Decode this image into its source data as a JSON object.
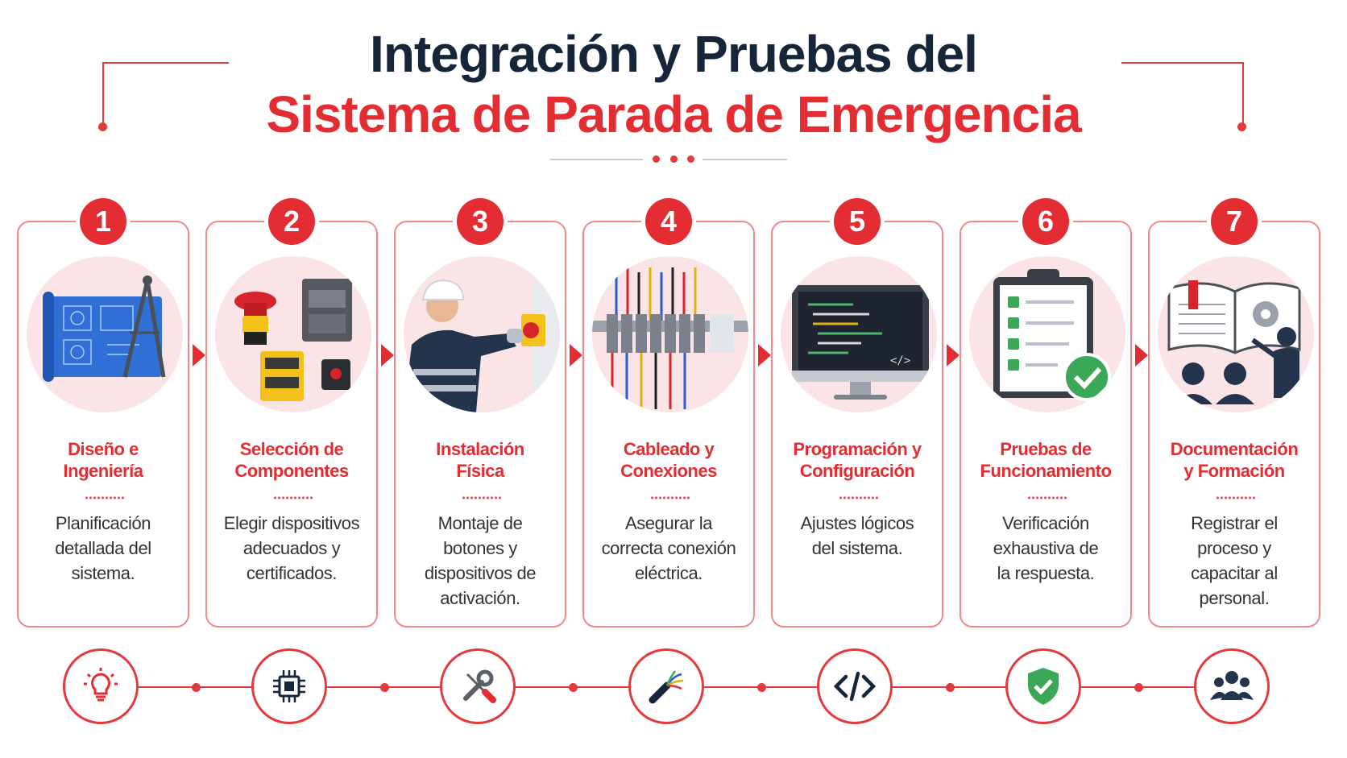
{
  "title": {
    "line1": "Integración y Pruebas del",
    "line2": "Sistema de Parada de Emergencia"
  },
  "colors": {
    "accent": "#e32d32",
    "navy": "#16263a",
    "card_border": "#ef8a8c",
    "circle_bg": "#fbe4e5"
  },
  "steps": [
    {
      "number": "1",
      "title": "Diseño e\nIngeniería",
      "description": "Planificación\ndetallada del\nsistema.",
      "illustration": "blueprint-compass-icon",
      "bottom_icon": "lightbulb-icon"
    },
    {
      "number": "2",
      "title": "Selección de\nComponentes",
      "description": "Elegir dispositivos\nadecuados y\ncertificados.",
      "illustration": "safety-components-icon",
      "bottom_icon": "microchip-icon"
    },
    {
      "number": "3",
      "title": "Instalación\nFísica",
      "description": "Montaje de\nbotones y\ndispositivos de\nactivación.",
      "illustration": "technician-installing-icon",
      "bottom_icon": "wrench-screwdriver-icon"
    },
    {
      "number": "4",
      "title": "Cableado y\nConexiones",
      "description": "Asegurar la\ncorrecta conexión\neléctrica.",
      "illustration": "terminal-wiring-icon",
      "bottom_icon": "cable-icon"
    },
    {
      "number": "5",
      "title": "Programación y\nConfiguración",
      "description": "Ajustes lógicos\ndel sistema.",
      "illustration": "code-monitor-icon",
      "bottom_icon": "code-icon"
    },
    {
      "number": "6",
      "title": "Pruebas de\nFuncionamiento",
      "description": "Verificación\nexhaustiva de\nla respuesta.",
      "illustration": "checklist-clipboard-icon",
      "bottom_icon": "shield-check-icon"
    },
    {
      "number": "7",
      "title": "Documentación\ny Formación",
      "description": "Registrar el\nproceso y\ncapacitar al\npersonal.",
      "illustration": "book-training-icon",
      "bottom_icon": "users-group-icon"
    }
  ]
}
